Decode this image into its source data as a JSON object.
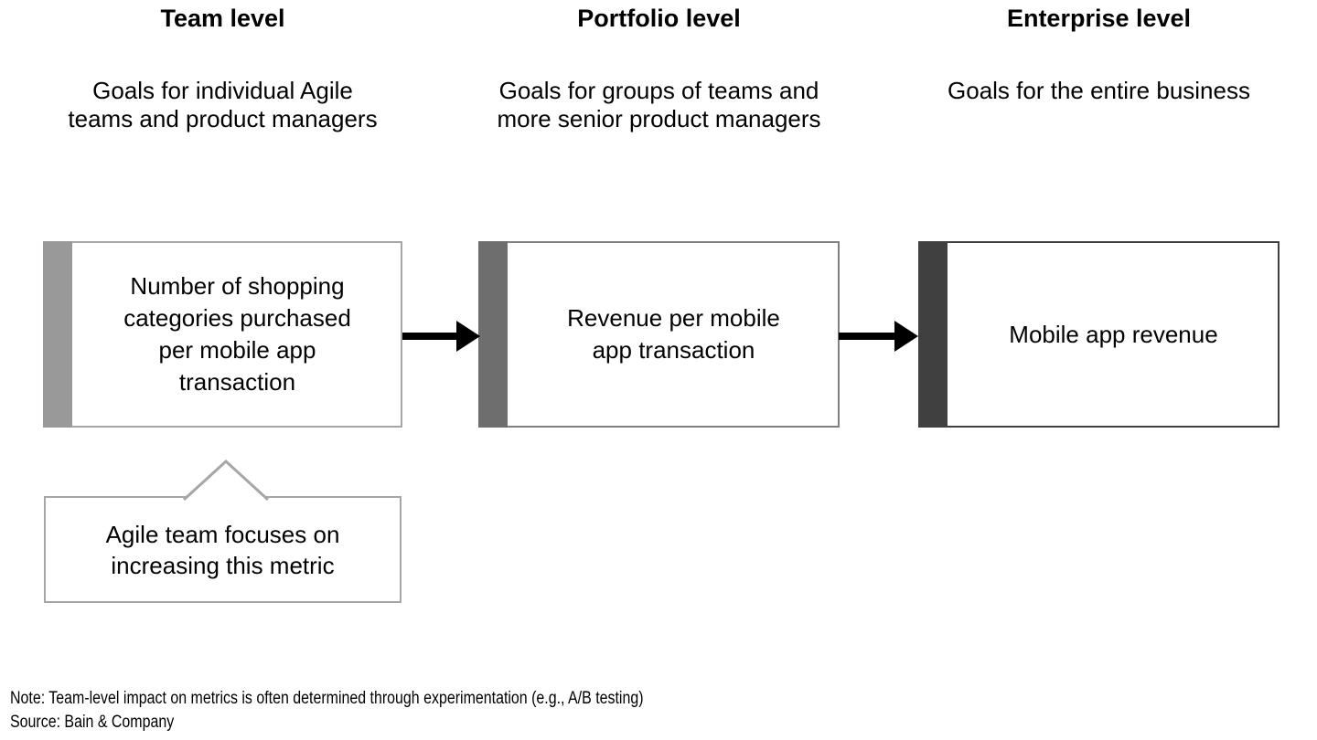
{
  "columns": [
    {
      "title": "Team level",
      "subtitle_lines": [
        "Goals for individual Agile",
        "teams and product managers"
      ],
      "box_lines": [
        "Number of shopping",
        "categories purchased",
        "per mobile app",
        "transaction"
      ],
      "strip_color": "#999999",
      "border_color": "#a6a6a6"
    },
    {
      "title": "Portfolio level",
      "subtitle_lines": [
        "Goals for groups of teams and",
        "more senior product managers"
      ],
      "box_lines": [
        "Revenue per mobile",
        "app transaction"
      ],
      "strip_color": "#6e6e6e",
      "border_color": "#7f7f7f"
    },
    {
      "title": "Enterprise level",
      "subtitle_lines": [
        "Goals for the entire business"
      ],
      "box_lines": [
        "Mobile app revenue"
      ],
      "strip_color": "#404040",
      "border_color": "#404040"
    }
  ],
  "callout": {
    "lines": [
      "Agile team focuses on",
      "increasing this metric"
    ],
    "border_color": "#a6a6a6"
  },
  "arrows": {
    "color": "#000000"
  },
  "footer": {
    "note": "Note: Team-level impact on metrics is often determined through experimentation (e.g., A/B testing)",
    "source": "Source: Bain & Company"
  }
}
